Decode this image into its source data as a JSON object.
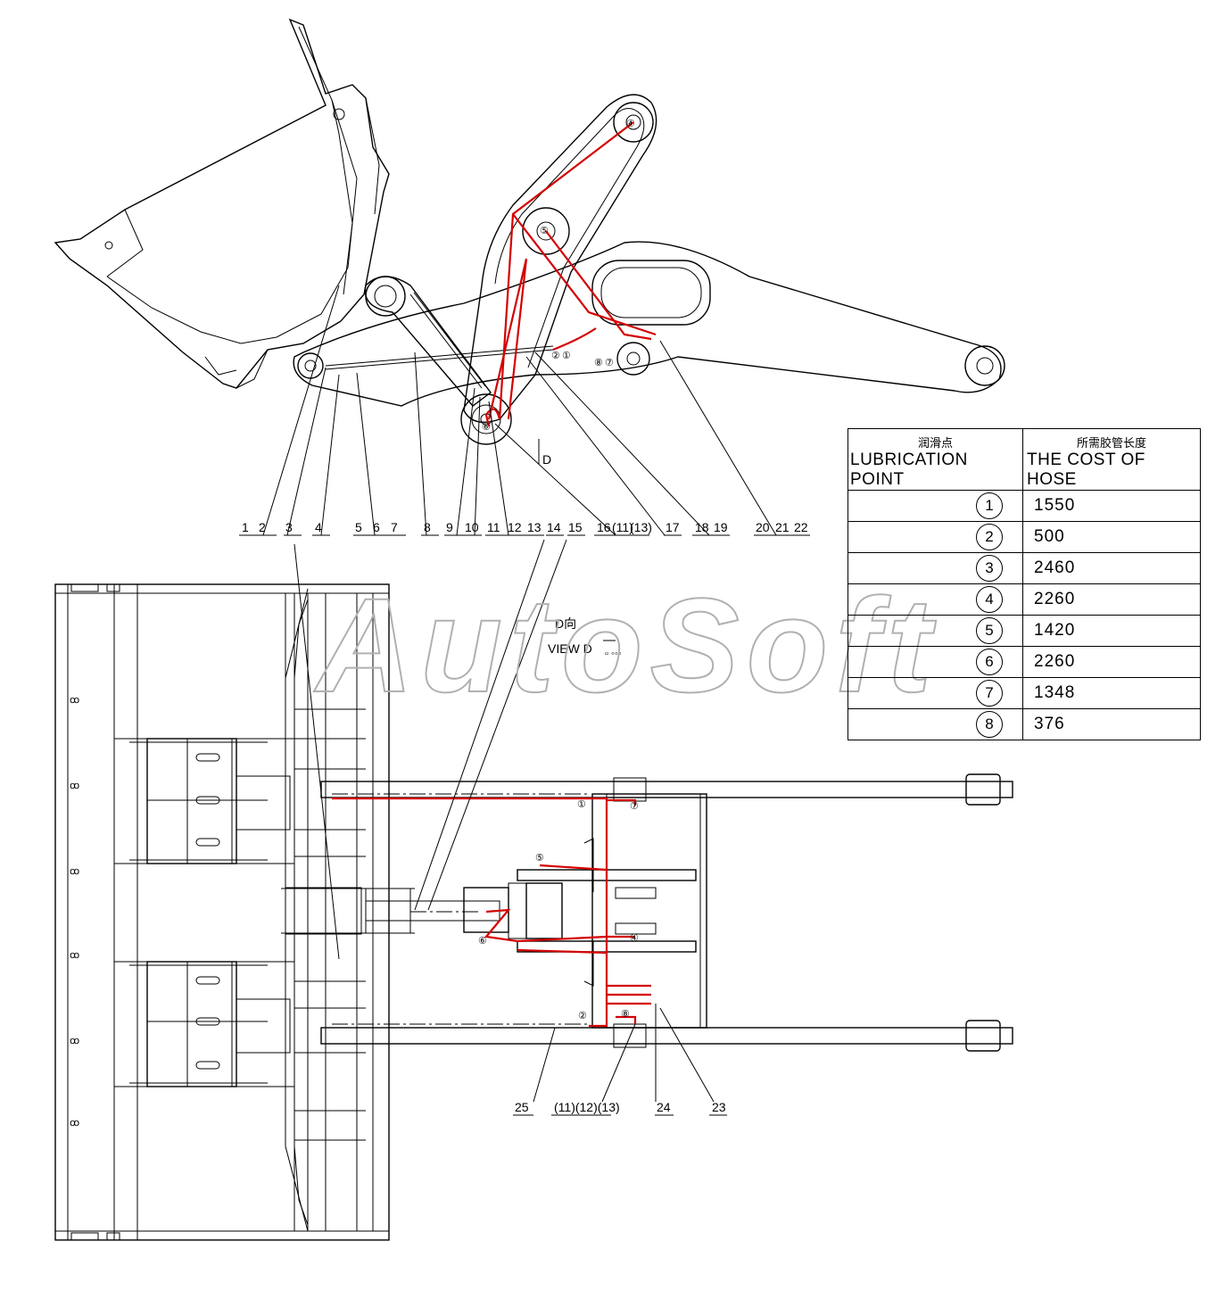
{
  "watermark": "AutoSoft",
  "view_mark": "D",
  "view_label_cn": "D向",
  "view_label_en": "VIEW D",
  "callouts_top": [
    "1",
    "2",
    "3",
    "4",
    "5",
    "6",
    "7",
    "8",
    "9",
    "10",
    "11",
    "12",
    "13",
    "14",
    "15",
    "16",
    "(11)",
    "(13)",
    "17",
    "18",
    "19",
    "20",
    "21",
    "22"
  ],
  "callouts_bottom": [
    "25",
    "(11)(12)(13)",
    "24",
    "23"
  ],
  "lube_markers_side": [
    "①",
    "②",
    "④",
    "⑤",
    "⑥",
    "⑦",
    "⑧"
  ],
  "lube_markers_plan": [
    "①",
    "②",
    "④",
    "⑤",
    "⑥",
    "⑦",
    "⑧"
  ],
  "table": {
    "header_point_cn": "润滑点",
    "header_point_en": "LUBRICATION POINT",
    "header_hose_cn": "所需胶管长度",
    "header_hose_en": "THE COST OF HOSE",
    "rows": [
      {
        "point": "1",
        "length": "1550"
      },
      {
        "point": "2",
        "length": "500"
      },
      {
        "point": "3",
        "length": "2460"
      },
      {
        "point": "4",
        "length": "2260"
      },
      {
        "point": "5",
        "length": "1420"
      },
      {
        "point": "6",
        "length": "2260"
      },
      {
        "point": "7",
        "length": "1348"
      },
      {
        "point": "8",
        "length": "376"
      }
    ]
  },
  "colors": {
    "hose": "#d40000",
    "line": "#000000",
    "watermark": "#b0b0b0"
  }
}
